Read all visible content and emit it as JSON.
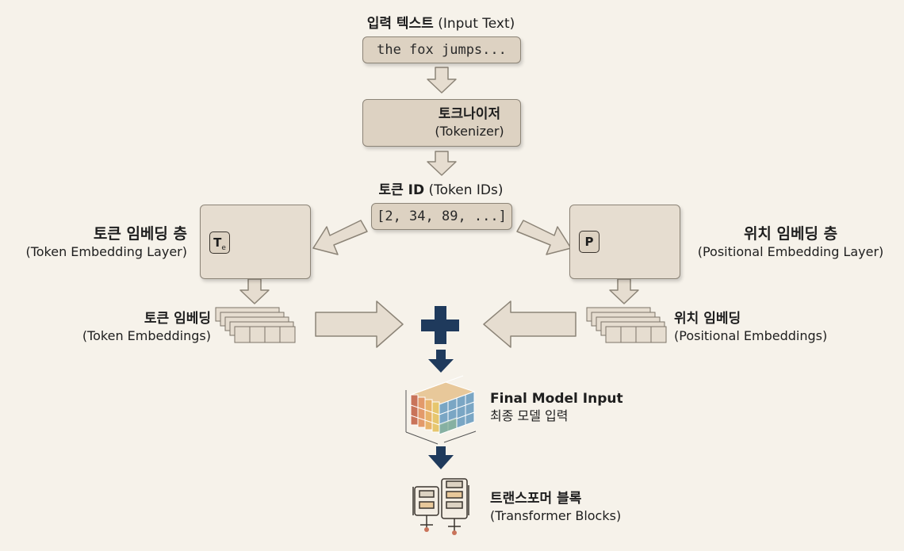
{
  "input": {
    "title_ko": "입력 텍스트",
    "title_en": "(Input Text)",
    "sample": "the fox jumps..."
  },
  "tokenizer": {
    "ko": "토크나이저",
    "en": "(Tokenizer)"
  },
  "token_ids": {
    "title_ko": "토큰 ID",
    "title_en": "(Token IDs)",
    "values": "[2, 34, 89, ...]"
  },
  "token_layer": {
    "ko": "토큰 임베딩 층",
    "en": "(Token Embedding Layer)",
    "icon_text": "T",
    "icon_sub": "e"
  },
  "pos_layer": {
    "ko": "위치 임베딩 층",
    "en": "(Positional Embedding Layer)",
    "icon_text": "P"
  },
  "token_emb": {
    "ko": "토큰 임베딩",
    "en": "(Token Embeddings)"
  },
  "pos_emb": {
    "ko": "위치 임베딩",
    "en": "(Positional Embeddings)"
  },
  "final": {
    "en": "Final Model Input",
    "ko": "최종 모델 입력"
  },
  "transformer": {
    "ko": "트랜스포머 블록",
    "en": "(Transformer Blocks)"
  },
  "colors": {
    "box_fill": "#ddd2c2",
    "box_border": "#8c8477",
    "arrow_navy": "#1f3a5c",
    "background": "#f6f2ea"
  }
}
